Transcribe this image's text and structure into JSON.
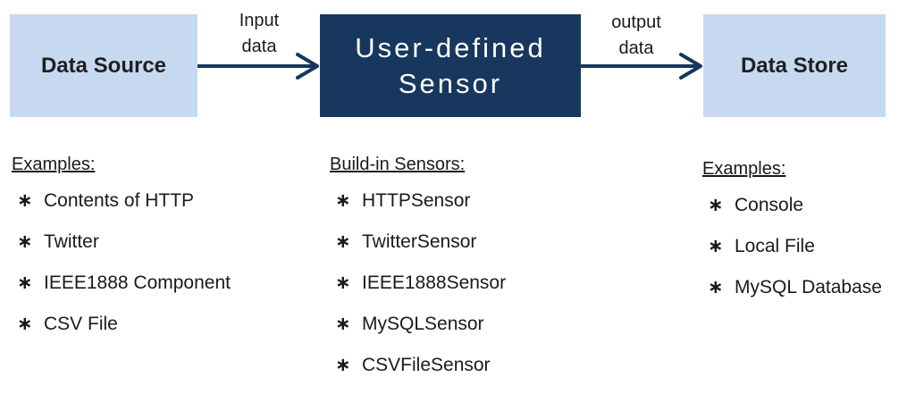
{
  "nodes": {
    "data_source": "Data Source",
    "sensor_line1": "User-defined",
    "sensor_line2": "Sensor",
    "data_store": "Data Store"
  },
  "edges": {
    "input_line1": "Input",
    "input_line2": "data",
    "output_line1": "output",
    "output_line2": "data"
  },
  "bullet_symbol": "∗",
  "columns": {
    "source_examples": {
      "heading": "Examples:",
      "items": [
        "Contents of HTTP",
        "Twitter",
        "IEEE1888 Component",
        "CSV File"
      ]
    },
    "builtin_sensors": {
      "heading": "Build-in Sensors:",
      "items": [
        "HTTPSensor",
        "TwitterSensor",
        "IEEE1888Sensor",
        "MySQLSensor",
        "CSVFileSensor"
      ]
    },
    "store_examples": {
      "heading": "Examples:",
      "items": [
        "Console",
        "Local File",
        "MySQL Database"
      ]
    }
  },
  "colors": {
    "light_box": "#c6d9f1",
    "dark_box": "#17375e",
    "arrow": "#17375e"
  }
}
